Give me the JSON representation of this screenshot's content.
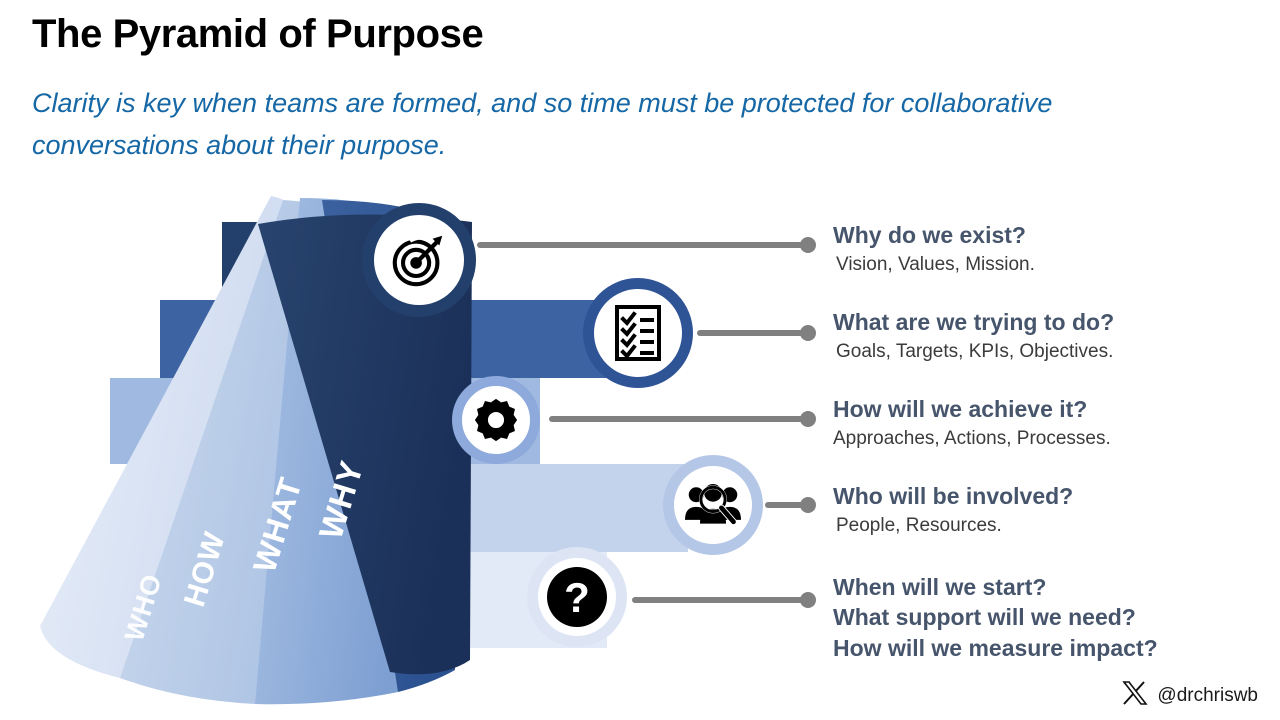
{
  "slide": {
    "title": "The Pyramid of Purpose",
    "subtitle": "Clarity is key when teams are formed, and so time must be protected for collaborative conversations about their purpose.",
    "background": "#ffffff"
  },
  "colors": {
    "title": "#000000",
    "subtitle": "#1567a5",
    "question_heading": "#46556b",
    "question_detail": "#3b3b3b",
    "connector": "#808080",
    "tier_why": "#1f3864",
    "tier_what": "#2e5496",
    "tier_how": "#8ea9db",
    "tier_who": "#b4c7e7",
    "tier_when": "#d9e2f3"
  },
  "pyramid": {
    "tiers": [
      {
        "label": "WHY",
        "color": "#1f3864",
        "text_color": "#ffffff"
      },
      {
        "label": "WHAT",
        "color": "#2e5496",
        "text_color": "#ffffff"
      },
      {
        "label": "HOW",
        "color": "#8ea9db",
        "text_color": "#ffffff"
      },
      {
        "label": "WHO",
        "color": "#b4c7e7",
        "text_color": "#ffffff"
      }
    ]
  },
  "rows": [
    {
      "id": "why",
      "icon": "target-icon",
      "ring_color": "#1f3864",
      "heading": "Why do we exist?",
      "detail": "Vision, Values, Mission."
    },
    {
      "id": "what",
      "icon": "checklist-icon",
      "ring_color": "#2e5496",
      "heading": "What are we trying to do?",
      "detail": "Goals, Targets, KPIs, Objectives."
    },
    {
      "id": "how",
      "icon": "gear-icon",
      "ring_color": "#8ea9db",
      "heading": "How will we achieve it?",
      "detail": "Approaches, Actions, Processes."
    },
    {
      "id": "who",
      "icon": "people-search-icon",
      "ring_color": "#b4c7e7",
      "heading": "Who will be involved?",
      "detail": "People, Resources."
    },
    {
      "id": "when",
      "icon": "question-mark-icon",
      "ring_color": "#d9e2f3",
      "heading_line1": "When will we start?",
      "heading_line2": "What support will we need?",
      "heading_line3": "How will we measure impact?",
      "detail": ""
    }
  ],
  "footer": {
    "logo": "x-logo-icon",
    "handle": "@drchriswb"
  }
}
